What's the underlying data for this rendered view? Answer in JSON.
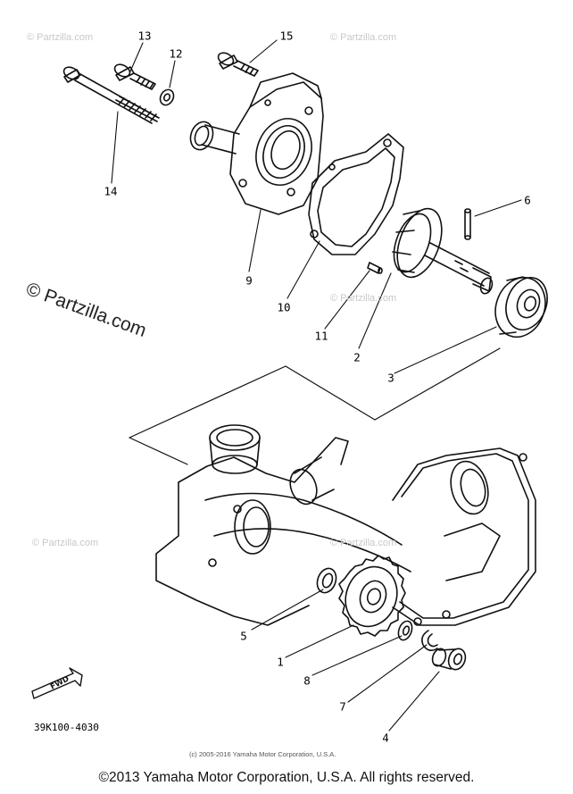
{
  "watermarks": {
    "small": "© Partzilla.com",
    "large": "© Partzilla.com"
  },
  "callouts": {
    "c1": "1",
    "c2": "2",
    "c3": "3",
    "c4": "4",
    "c5": "5",
    "c6": "6",
    "c7": "7",
    "c8": "8",
    "c9": "9",
    "c10": "10",
    "c11": "11",
    "c12": "12",
    "c13": "13",
    "c14": "14",
    "c15": "15"
  },
  "part_code": "39K100-4030",
  "fwd_label": "FWD",
  "diagram_copyright": "(c) 2005-2016 Yamaha Motor Corporation, U.S.A.",
  "footer_copyright": "©2013 Yamaha Motor Corporation, U.S.A. All rights reserved.",
  "icons": {
    "fwd_arrow": "fwd-arrow-icon"
  },
  "colors": {
    "line": "#111111",
    "watermark": "#c8c8c8",
    "background": "#ffffff"
  }
}
